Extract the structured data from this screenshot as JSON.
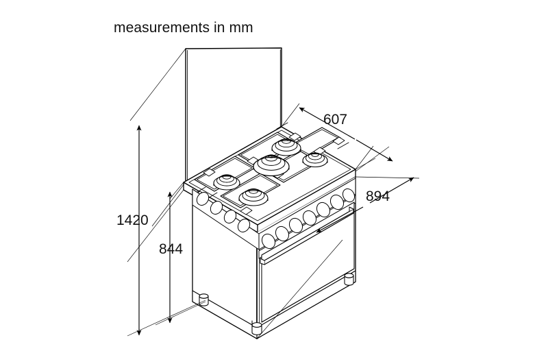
{
  "drawing": {
    "note": "measurements in mm",
    "units": "mm",
    "type": "technical-dimension-drawing",
    "subject": "freestanding gas range cooker with 5 burners, open lid and oven",
    "line_color": "#000000",
    "background_color": "#ffffff"
  },
  "dimensions": {
    "height_total": {
      "value": "1420",
      "meaning": "overall height including raised lid",
      "orientation": "vertical"
    },
    "height_worktop": {
      "value": "844",
      "meaning": "height to cooktop worktop surface",
      "orientation": "vertical"
    },
    "depth": {
      "value": "607",
      "meaning": "overall depth",
      "orientation": "isometric-depth"
    },
    "width": {
      "value": "894",
      "meaning": "overall width",
      "orientation": "isometric-width"
    }
  },
  "appliance": {
    "burner_count": 5,
    "knob_count": 7,
    "leg_count": 3,
    "has_open_lid": true,
    "has_oven_door": true,
    "has_oven_handle": true
  }
}
